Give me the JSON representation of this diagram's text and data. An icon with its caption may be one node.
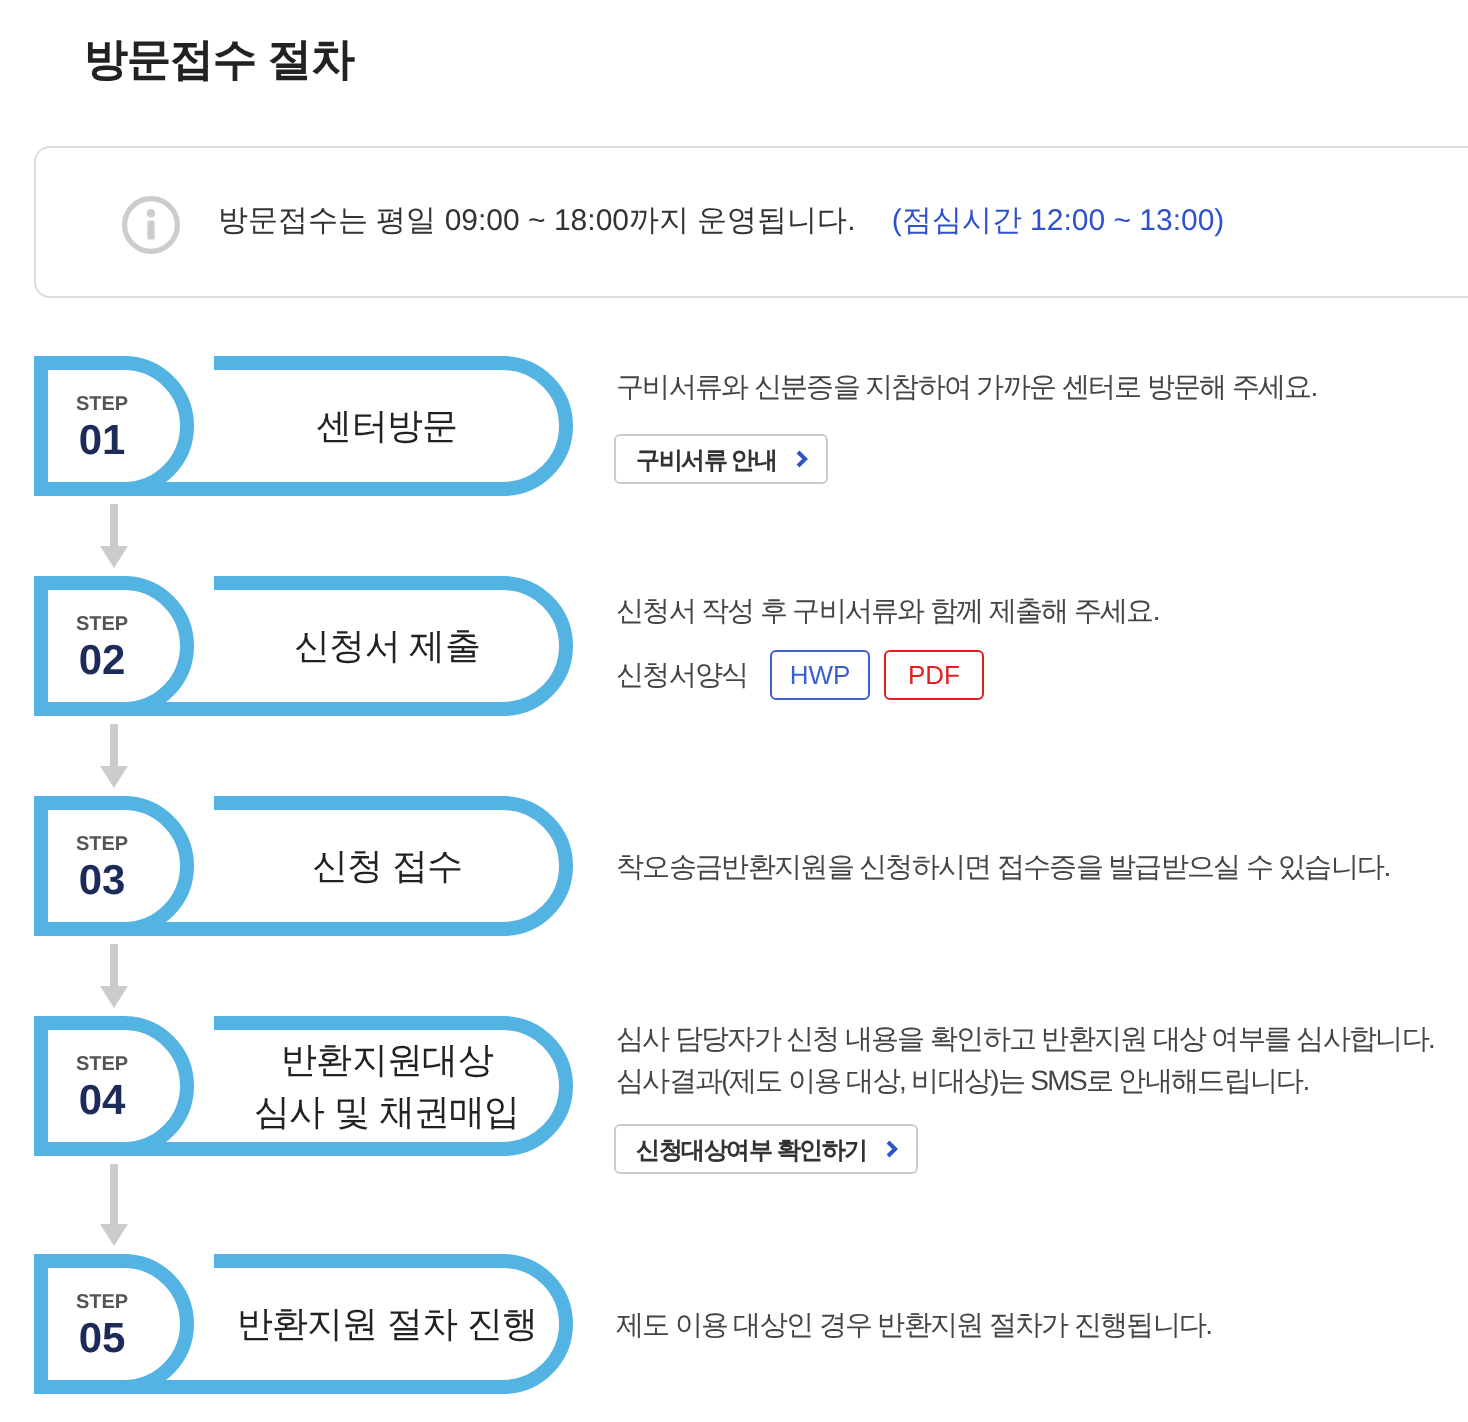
{
  "diagram": {
    "title": "방문접수 절차",
    "nodes": [
      {
        "text": [
          "방문접수는 평일 09:00 ~ 18:00까지 운영됩니다.",
          "(점심시간 12:00 ~ 13:00)"
        ]
      },
      {
        "text": [
          "STEP",
          "01",
          "센터방문"
        ],
        "beside": [
          "구비서류와 신분증을 지참하여 가까운 센터로 방문해 주세요.",
          "구비서류 안내"
        ]
      },
      {
        "text": [
          "STEP",
          "02",
          "신청서 제출"
        ],
        "beside": [
          "신청서 작성 후 구비서류와 함께 제출해 주세요.",
          "신청서양식",
          "HWP",
          "PDF"
        ]
      },
      {
        "text": [
          "STEP",
          "03",
          "신청 접수"
        ],
        "beside": [
          "착오송금반환지원을 신청하시면 접수증을 발급받으실 수 있습니다."
        ]
      },
      {
        "text": [
          "STEP",
          "04",
          "반환지원대상 심사 및 채권매입"
        ],
        "beside": [
          "심사 담당자가 신청 내용을 확인하고 반환지원 대상 여부를 심사합니다.",
          "심사결과(제도 이용 대상, 비대상)는 SMS로 안내해드립니다.",
          "신청대상여부 확인하기"
        ]
      },
      {
        "text": [
          "STEP",
          "05",
          "반환지원 절차 진행"
        ],
        "beside": [
          "제도 이용 대상인 경우 반환지원 절차가 진행됩니다."
        ]
      }
    ],
    "edges": [
      {
        "from": 1,
        "to": 2,
        "arrow": "to"
      },
      {
        "from": 2,
        "to": 3,
        "arrow": "to"
      },
      {
        "from": 3,
        "to": 4,
        "arrow": "to"
      },
      {
        "from": 4,
        "to": 5,
        "arrow": "to"
      }
    ]
  }
}
